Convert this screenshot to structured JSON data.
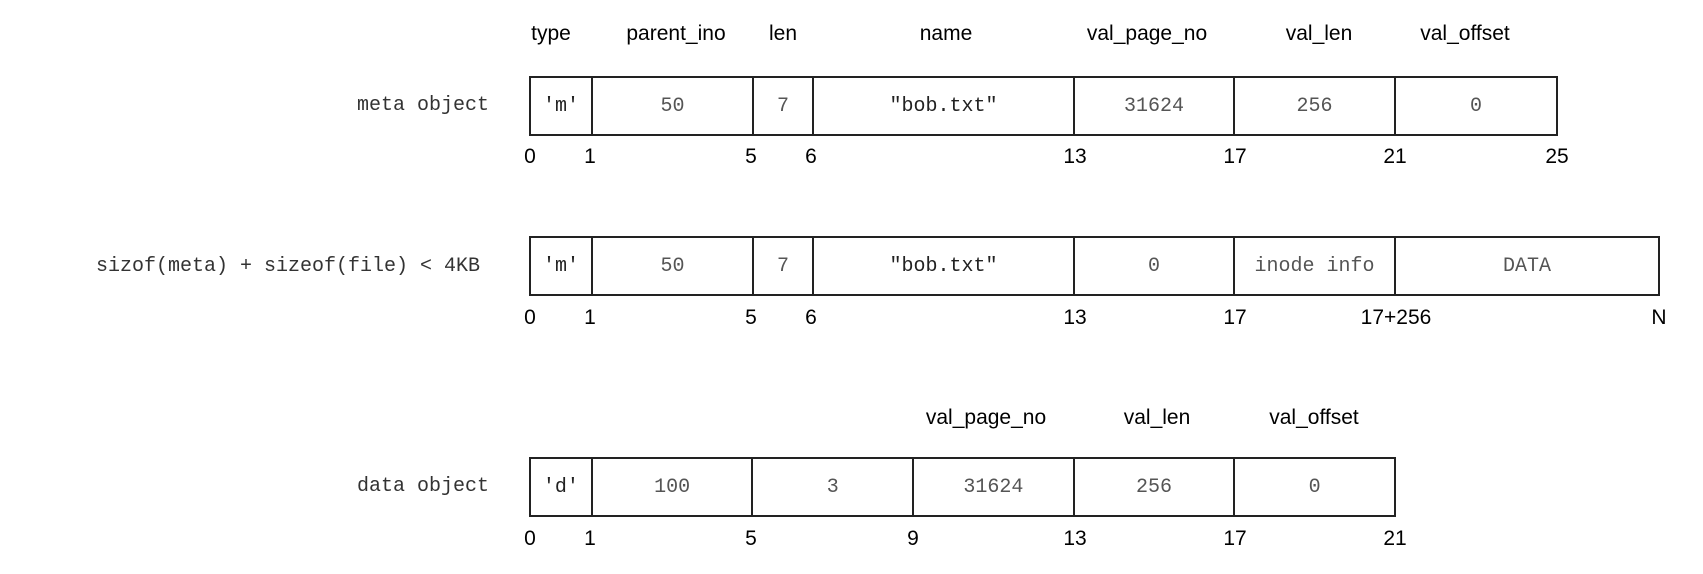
{
  "meta_row": {
    "label": "meta object",
    "headers": [
      "type",
      "parent_ino",
      "len",
      "name",
      "val_page_no",
      "val_len",
      "val_offset"
    ],
    "cells": [
      "'m'",
      "50",
      "7",
      "\"bob.txt\"",
      "31624",
      "256",
      "0"
    ],
    "offsets": [
      "0",
      "1",
      "5",
      "6",
      "13",
      "17",
      "21",
      "25"
    ]
  },
  "inline_row": {
    "label": "sizof(meta) + sizeof(file) < 4KB",
    "cells": [
      "'m'",
      "50",
      "7",
      "\"bob.txt\"",
      "0",
      "inode info",
      "DATA"
    ],
    "offsets": [
      "0",
      "1",
      "5",
      "6",
      "13",
      "17",
      "17+256",
      "N"
    ]
  },
  "data_row": {
    "label": "data object",
    "headers": [
      "val_page_no",
      "val_len",
      "val_offset"
    ],
    "cells": [
      "'d'",
      "100",
      "3",
      "31624",
      "256",
      "0"
    ],
    "offsets": [
      "0",
      "1",
      "5",
      "9",
      "13",
      "17",
      "21"
    ]
  }
}
